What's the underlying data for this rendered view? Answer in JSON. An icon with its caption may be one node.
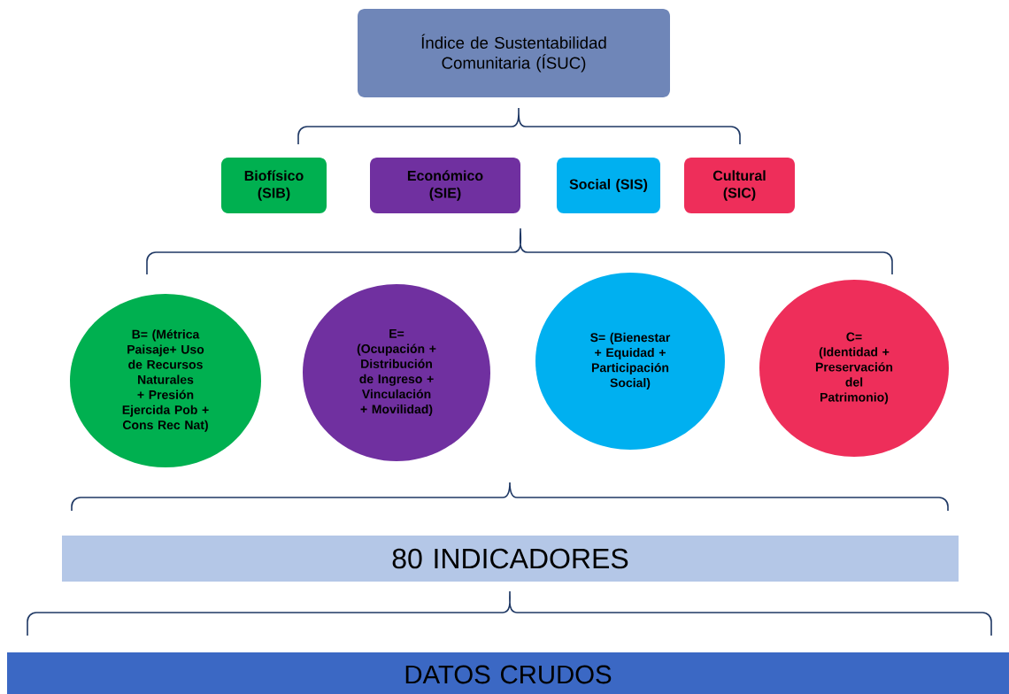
{
  "diagram": {
    "nodes": [
      {
        "text": [
          "Índice de Sustentabilidad Comunitaria (ÍSUC)"
        ]
      },
      {
        "text": [
          "Biofísico (SIB)"
        ]
      },
      {
        "text": [
          "Económico (SIE)"
        ]
      },
      {
        "text": [
          "Social (SIS)"
        ]
      },
      {
        "text": [
          "Cultural (SIC)"
        ]
      },
      {
        "text": [
          "B= (Métrica Paisaje+ Uso de Recursos Naturales + Presión Ejercida Pob + Cons Rec Nat)"
        ]
      },
      {
        "text": [
          "E= (Ocupación + Distribución de Ingreso + Vinculación + Movilidad)"
        ]
      },
      {
        "text": [
          "S= (Bienestar + Equidad + Participación Social)"
        ]
      },
      {
        "text": [
          "C= (Identidad + Preservación del Patrimonio)"
        ]
      },
      {
        "text": [
          "80 INDICADORES"
        ]
      },
      {
        "text": [
          "DATOS CRUDOS"
        ]
      }
    ]
  }
}
